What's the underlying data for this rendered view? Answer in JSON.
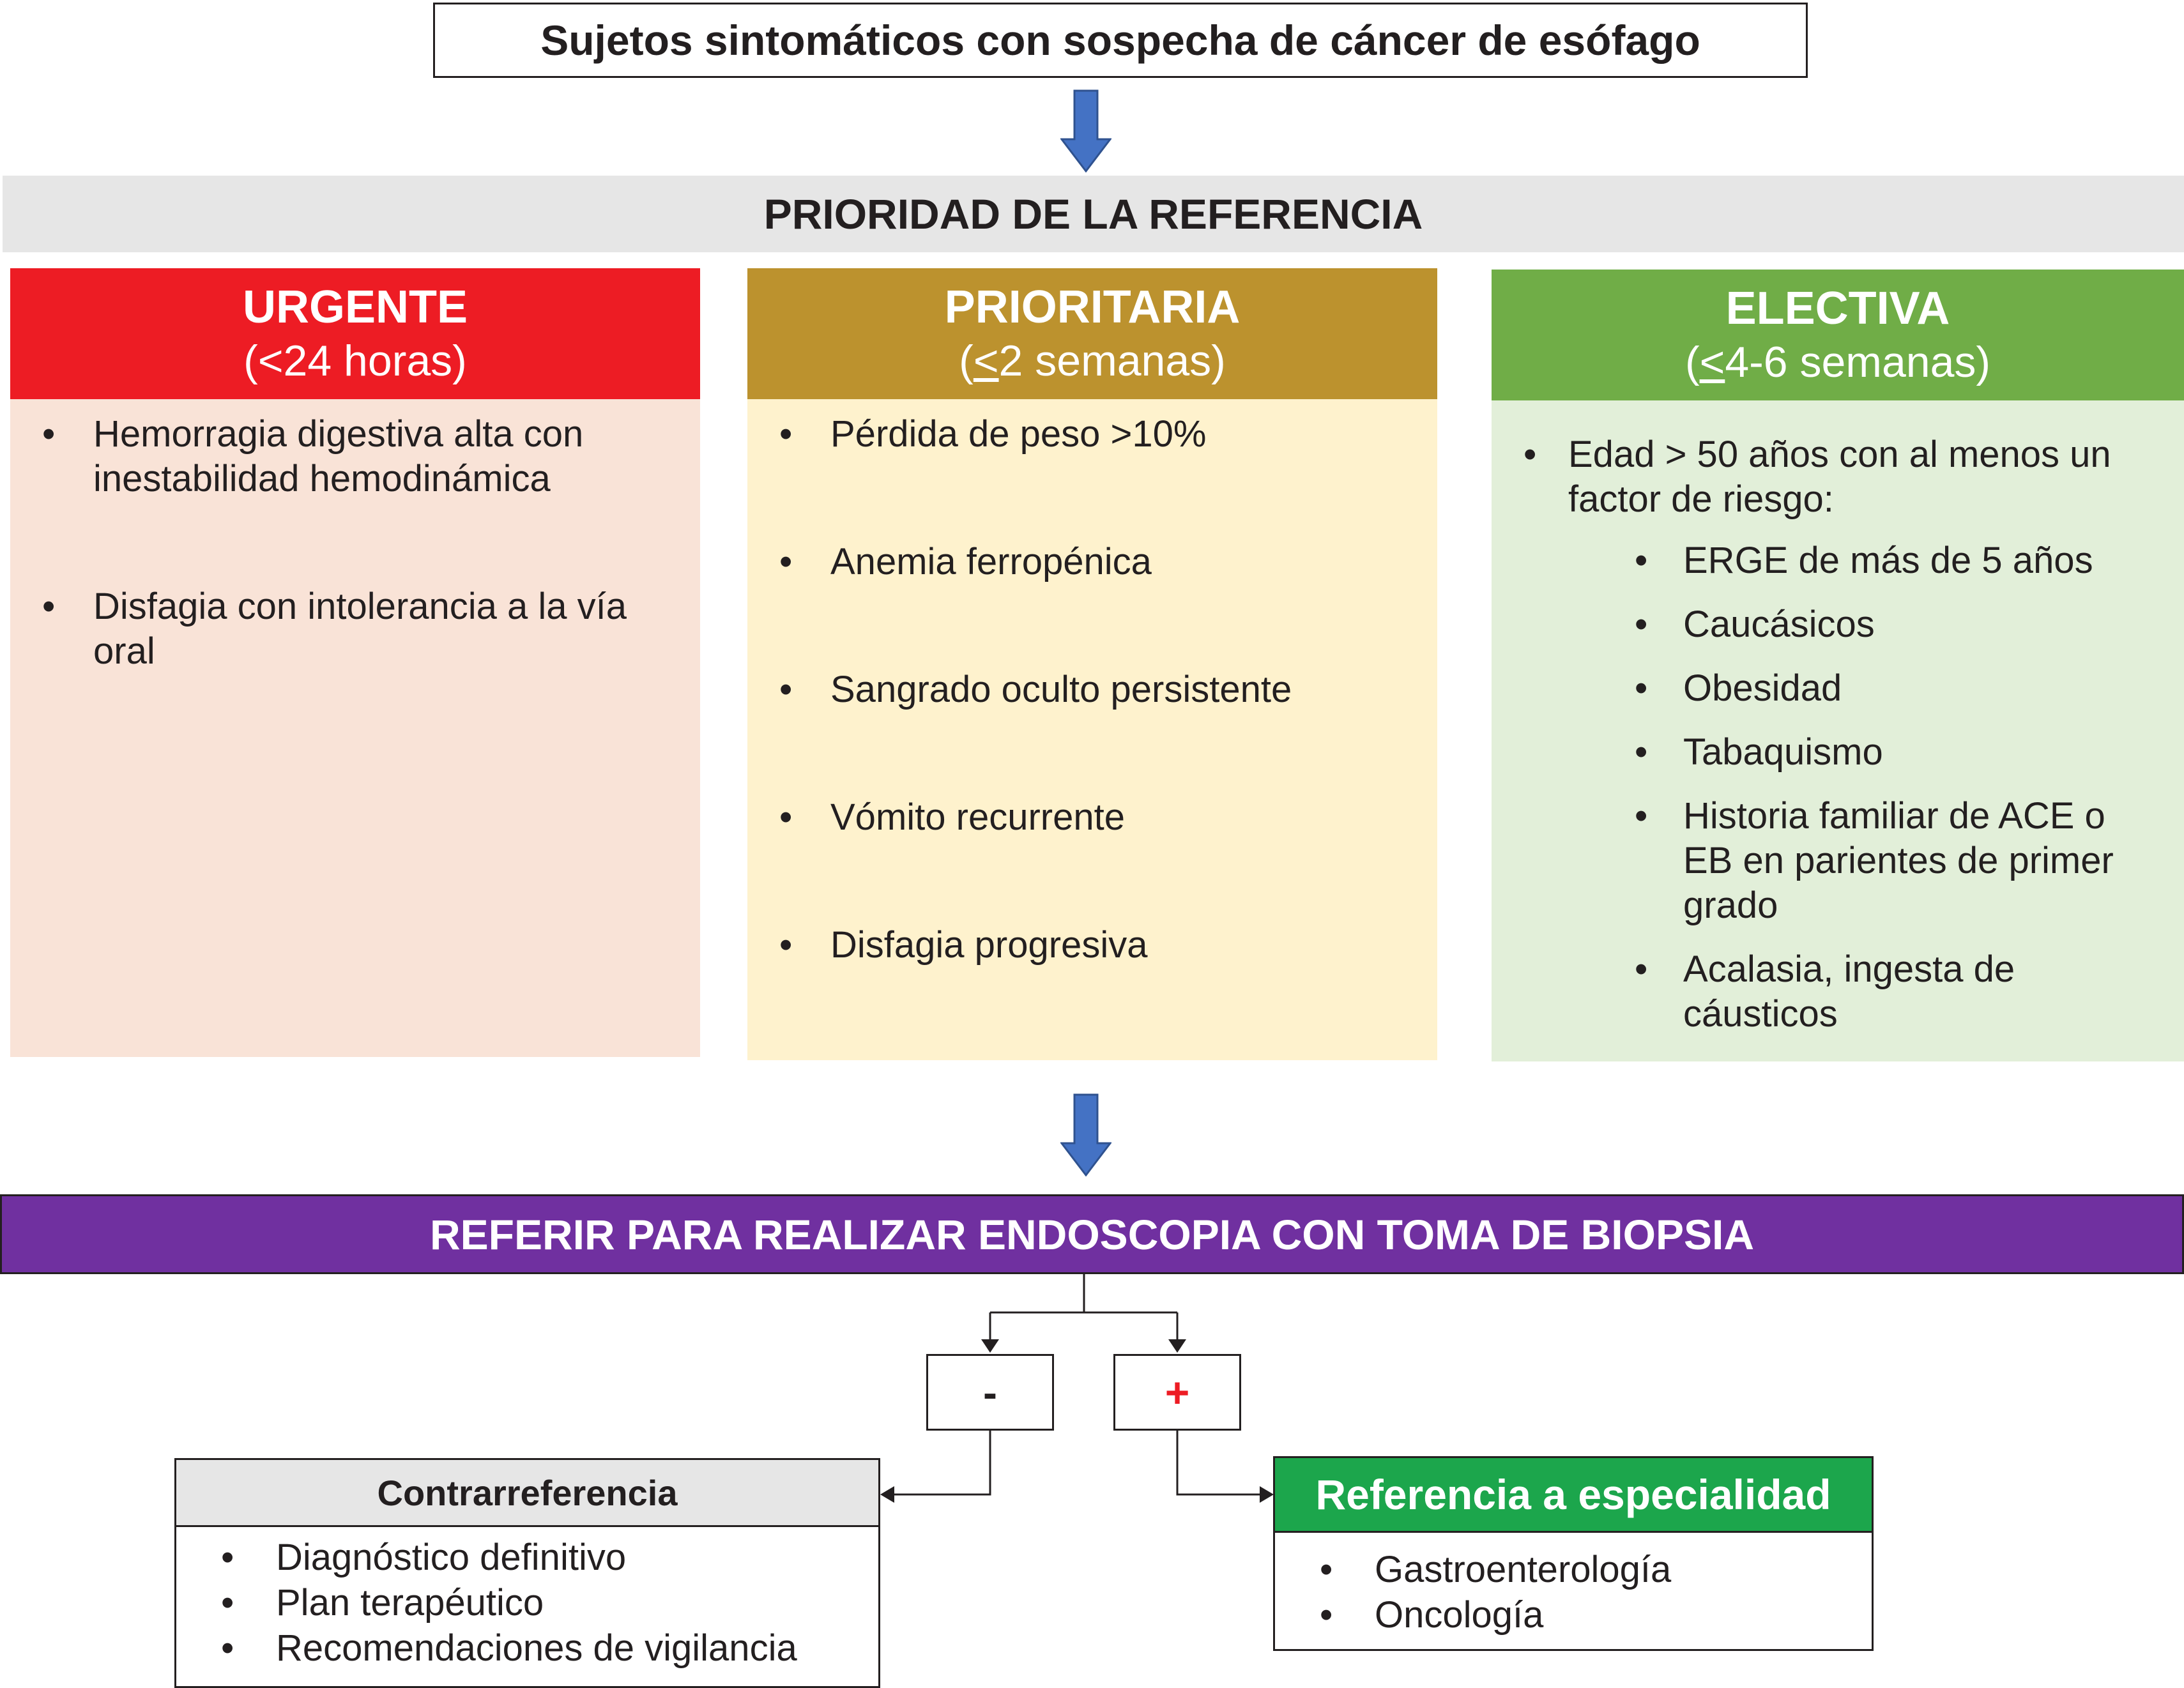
{
  "title": "Sujetos sintomáticos con sospecha de cáncer de esófago",
  "priority_title": "PRIORIDAD DE LA REFERENCIA",
  "columns": {
    "urgent": {
      "title": "URGENTE",
      "timeframe": "(<24 horas)",
      "items": [
        "Hemorragia digestiva alta con inestabilidad hemodinámica",
        "Disfagia con intolerancia a la vía oral"
      ]
    },
    "priority": {
      "title": "PRIORITARIA",
      "timeframe_prefix": "(",
      "timeframe_underlined": "<",
      "timeframe_rest": "2 semanas)",
      "items": [
        "Pérdida de peso >10%",
        "Anemia ferropénica",
        "Sangrado oculto persistente",
        "Vómito recurrente",
        "Disfagia progresiva"
      ]
    },
    "elective": {
      "title": "ELECTIVA",
      "timeframe_prefix": "(",
      "timeframe_underlined": "<",
      "timeframe_rest": "4-6 semanas)",
      "main_item": "Edad > 50 años con al menos un factor de riesgo:",
      "risk_factors": [
        "ERGE de más de 5 años",
        "Caucásicos",
        "Obesidad",
        "Tabaquismo",
        "Historia familiar de ACE o EB en parientes de primer grado",
        "Acalasia, ingesta de cáusticos"
      ]
    }
  },
  "action": "REFERIR PARA REALIZAR ENDOSCOPIA CON TOMA DE BIOPSIA",
  "results": {
    "negative": "-",
    "positive": "+"
  },
  "counter_referral": {
    "title": "Contrarreferencia",
    "items": [
      "Diagnóstico definitivo",
      "Plan terapéutico",
      "Recomendaciones de vigilancia"
    ]
  },
  "specialty_referral": {
    "title": "Referencia a especialidad",
    "items": [
      "Gastroenterología",
      "Oncología"
    ]
  },
  "colors": {
    "urgent": "#ed1c24",
    "priority": "#bc922e",
    "elective": "#70ad47",
    "action": "#7030a0",
    "specialty": "#1ca64c",
    "arrow": "#4472c4"
  }
}
